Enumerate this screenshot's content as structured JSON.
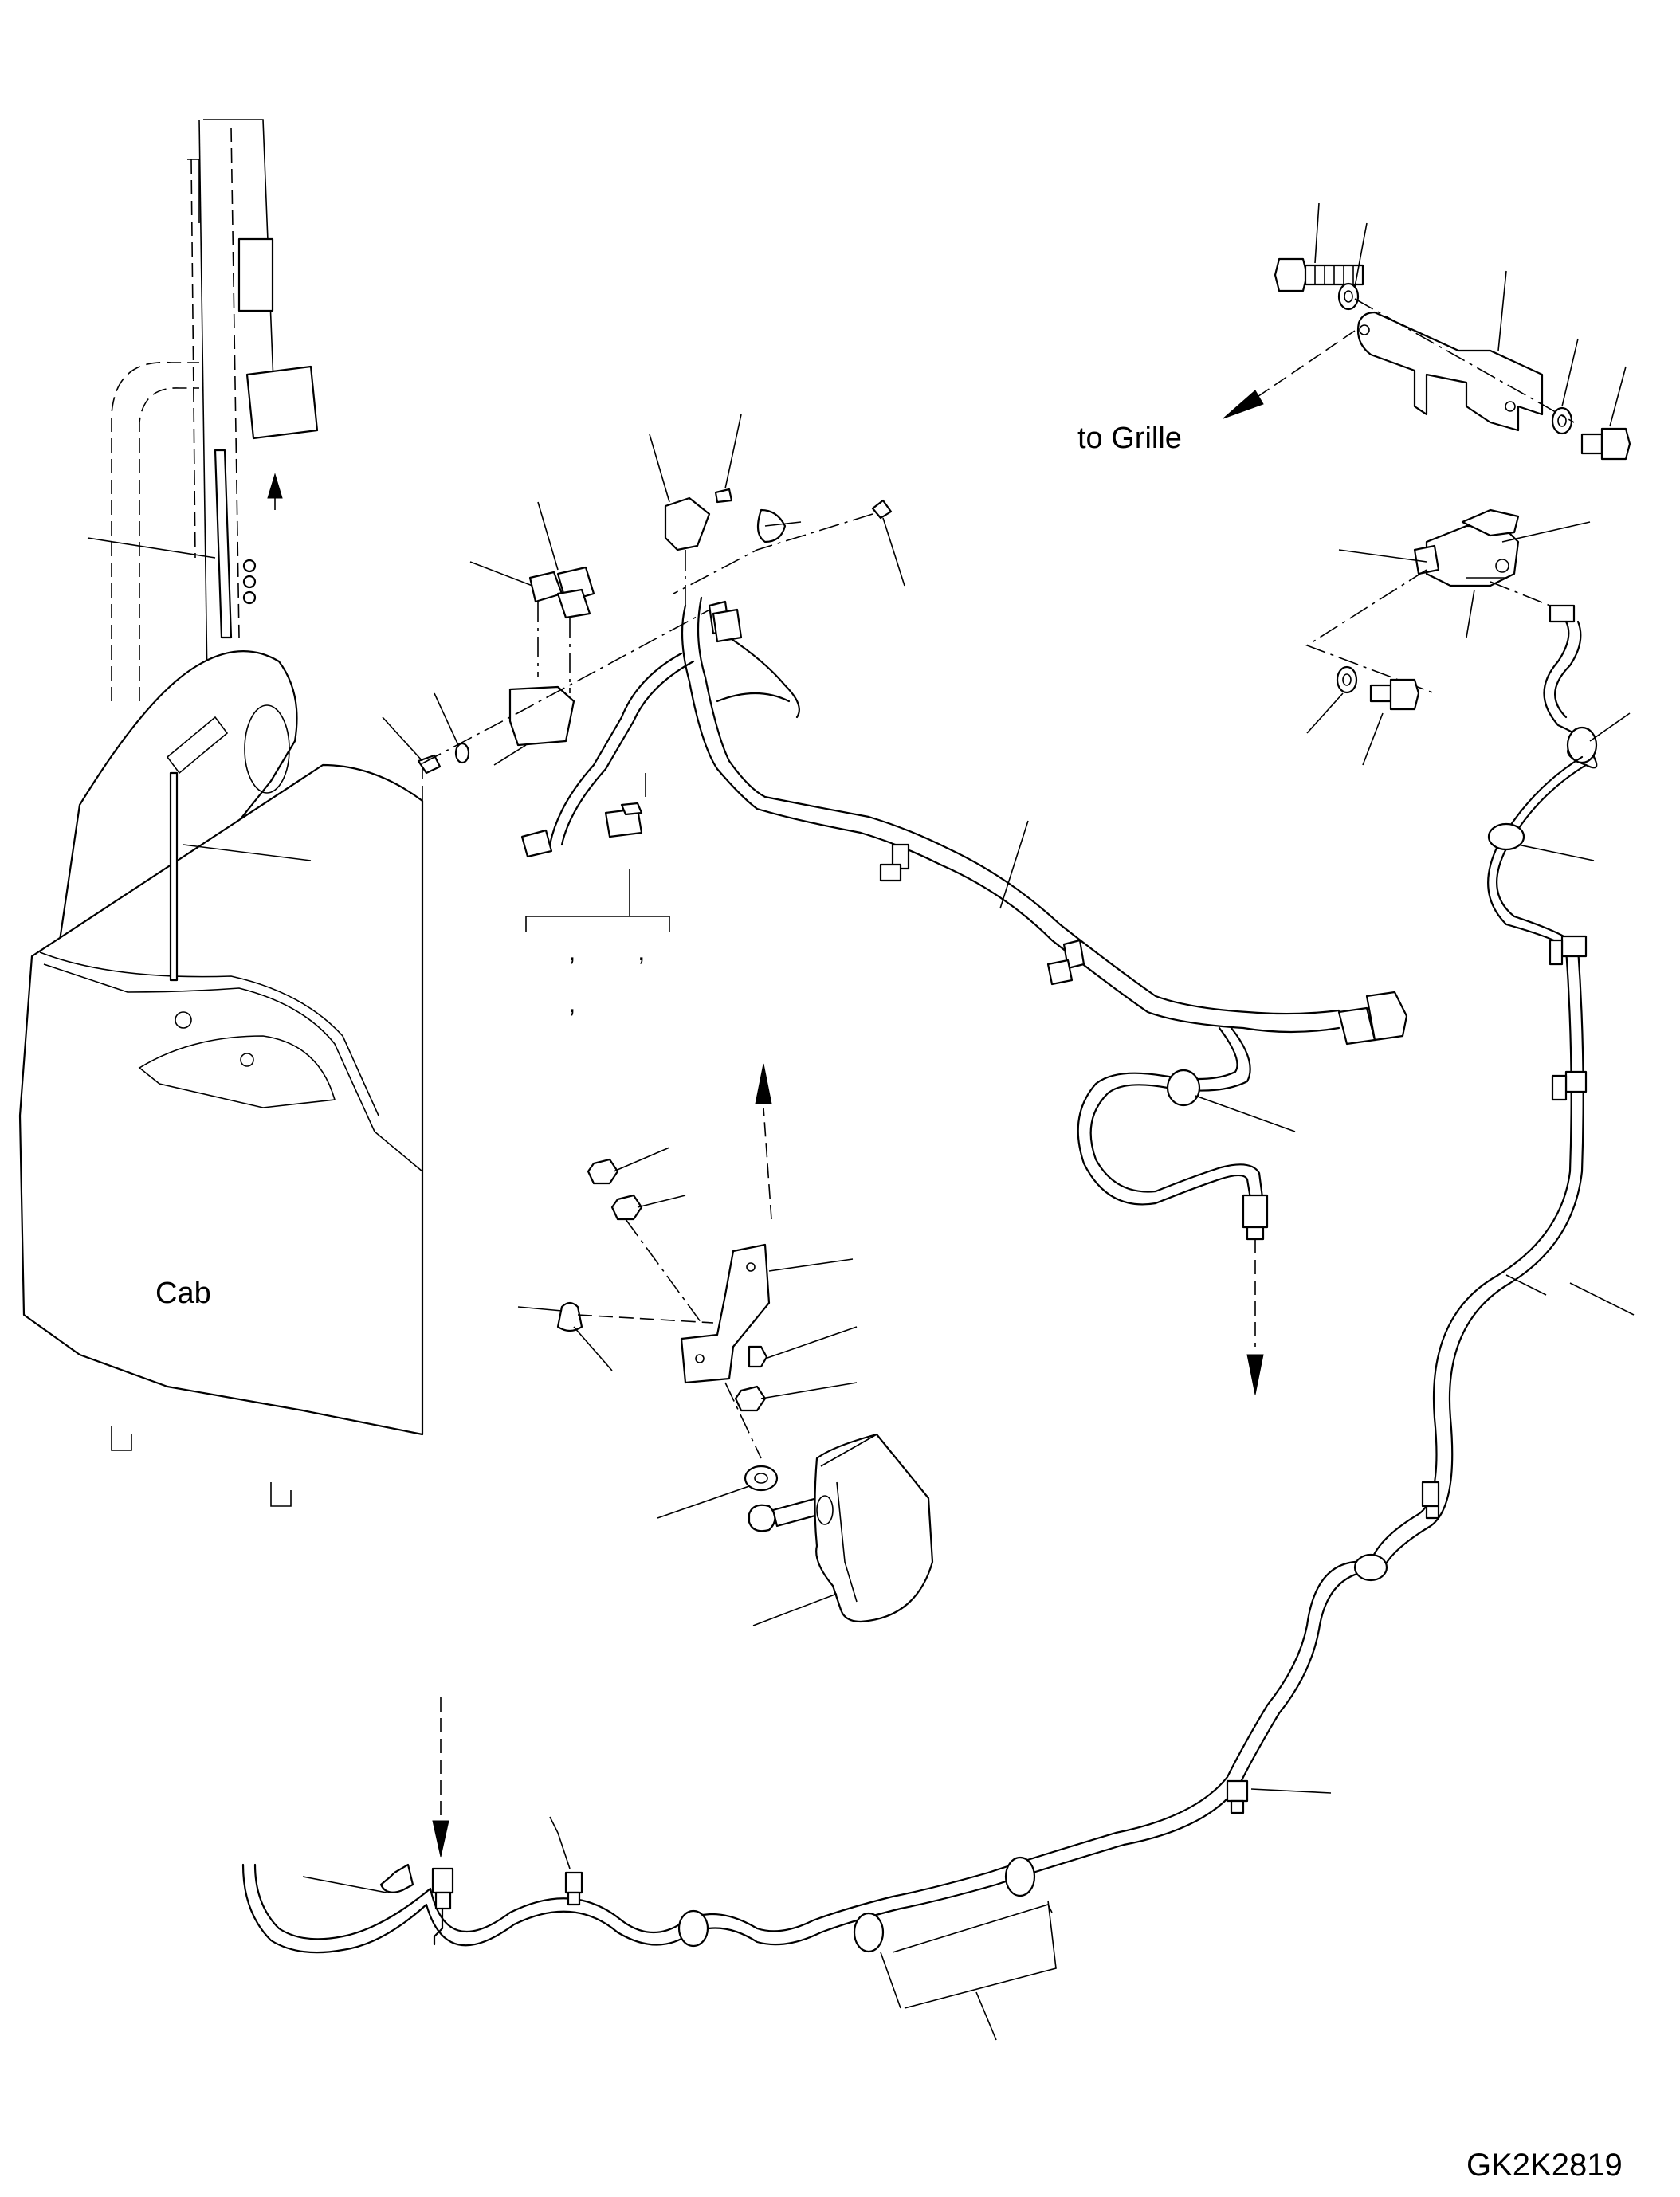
{
  "labels": {
    "to_grille": "to Grille",
    "cab": "Cab",
    "drawing_number": "GK2K2819",
    "comma_1": ",",
    "comma_2": ",",
    "comma_3": ","
  }
}
